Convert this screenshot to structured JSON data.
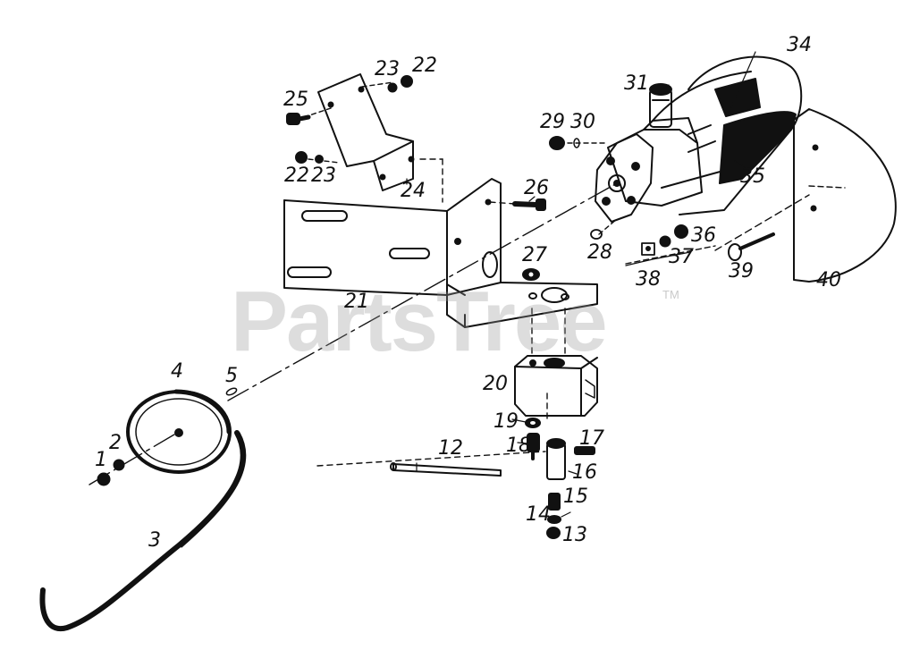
{
  "watermark": {
    "text": "PartsTree",
    "trademark": "TM"
  },
  "callouts": {
    "c1": "1",
    "c2": "2",
    "c3": "3",
    "c4": "4",
    "c5": "5",
    "c12": "12",
    "c13": "13",
    "c14": "14",
    "c15": "15",
    "c16": "16",
    "c17": "17",
    "c18": "18",
    "c19": "19",
    "c20": "20",
    "c21": "21",
    "c22a": "22",
    "c23a": "23",
    "c22b": "22",
    "c23b": "23",
    "c24": "24",
    "c25": "25",
    "c26": "26",
    "c27": "27",
    "c28": "28",
    "c29": "29",
    "c30": "30",
    "c31": "31",
    "c34": "34",
    "c35": "35",
    "c36": "36",
    "c37": "37",
    "c38": "38",
    "c39": "39",
    "c40": "40"
  }
}
